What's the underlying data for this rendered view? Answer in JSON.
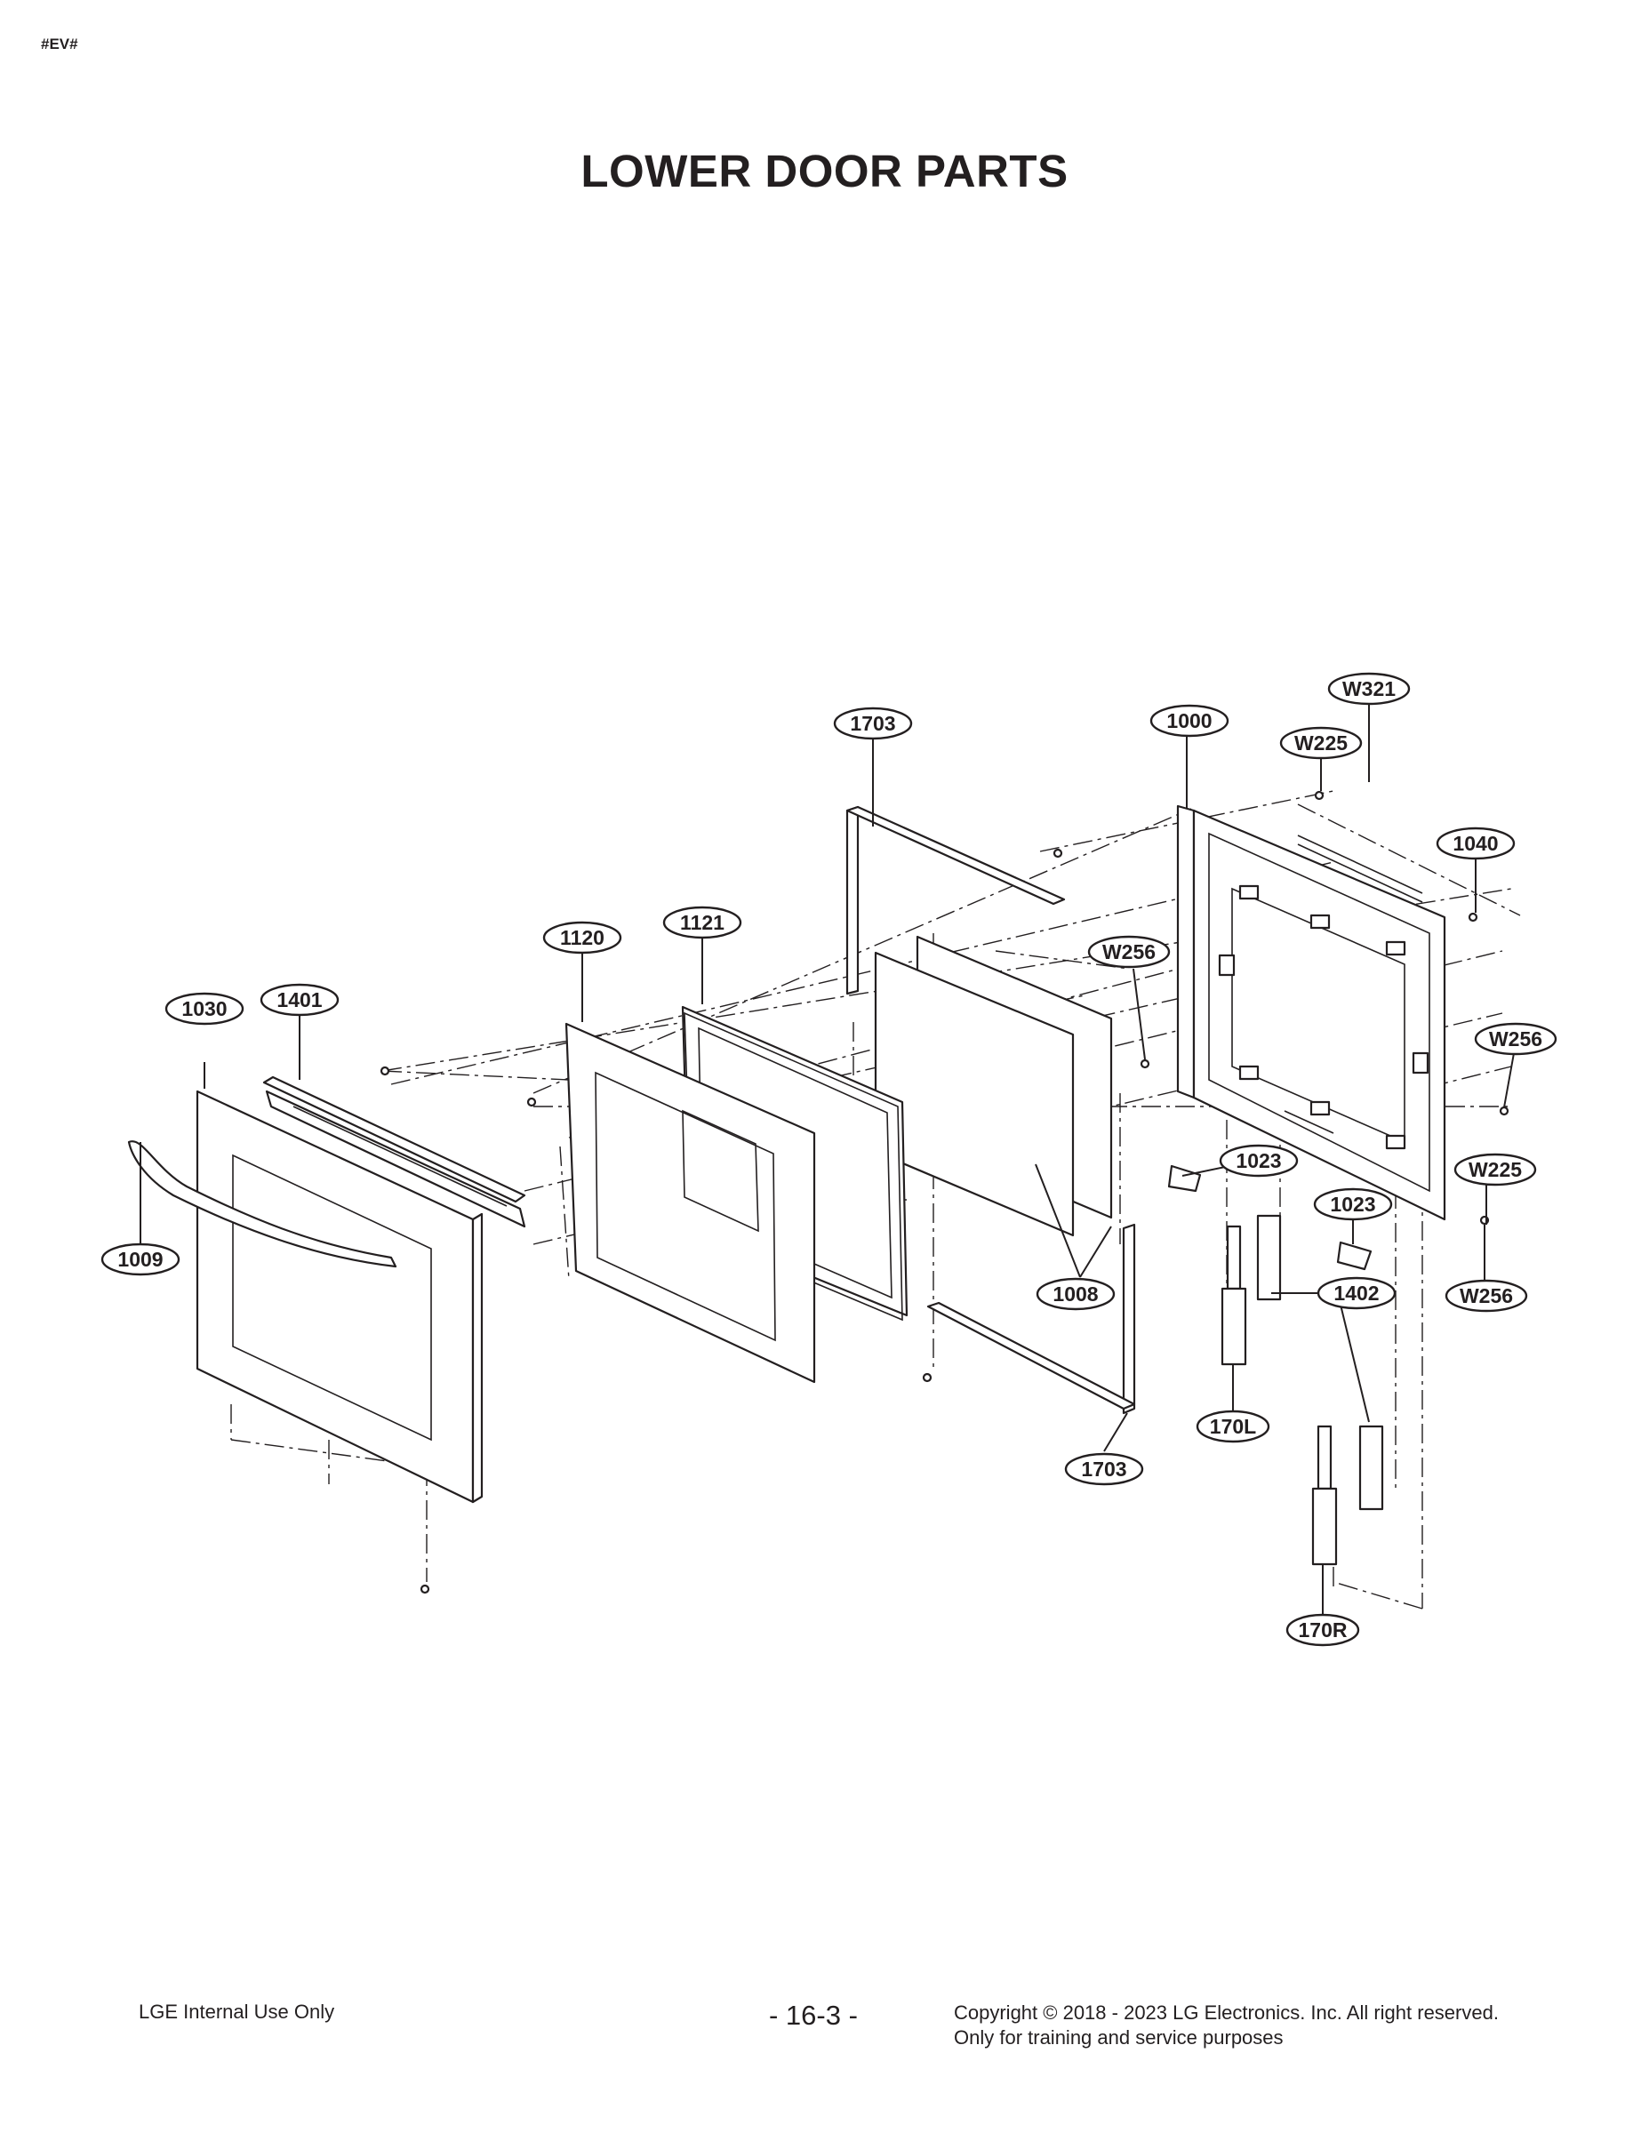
{
  "header": {
    "code": "#EV#",
    "title": "LOWER DOOR PARTS"
  },
  "callouts": [
    "1703",
    "1000",
    "W321",
    "W225",
    "1040",
    "1120",
    "1121",
    "W256",
    "1030",
    "1401",
    "W256",
    "1023",
    "W225",
    "1023",
    "1009",
    "1008",
    "1402",
    "W256",
    "170L",
    "1703",
    "170R"
  ],
  "footer": {
    "left": "LGE Internal Use Only",
    "page": "- 16-3 -",
    "copyright_line1": "Copyright © 2018 - 2023 LG Electronics. Inc. All right reserved.",
    "copyright_line2": "Only for training and service purposes"
  }
}
